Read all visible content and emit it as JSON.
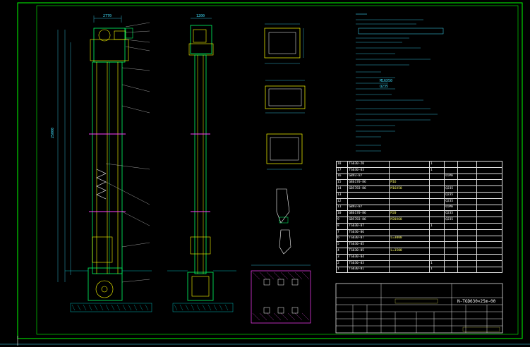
{
  "drawing": {
    "code_title": "N-TGD630×25m-00",
    "dim_top_width": "2770",
    "dim_top_width_side": "1200",
    "dim_total_height": "25000"
  },
  "parts_table": {
    "rows": [
      {
        "no": "18",
        "code": "TG630-20",
        "name": "",
        "qty": "1",
        "mat": "",
        "wt": "",
        "remark": ""
      },
      {
        "no": "17",
        "code": "TG630-03",
        "name": "",
        "qty": "1",
        "mat": "",
        "wt": "",
        "remark": ""
      },
      {
        "no": "16",
        "code": "GB93-87",
        "name": "",
        "qty": "",
        "mat": "65Mn",
        "wt": "",
        "remark": ""
      },
      {
        "no": "15",
        "code": "GB6170-86",
        "name": "M16",
        "qty": "",
        "mat": "",
        "wt": "",
        "remark": ""
      },
      {
        "no": "14",
        "code": "GB5783-86",
        "name": "M16X50",
        "qty": "",
        "mat": "Q235",
        "wt": "",
        "remark": ""
      },
      {
        "no": "13",
        "code": "",
        "name": "",
        "qty": "",
        "mat": "Q235",
        "wt": "",
        "remark": ""
      },
      {
        "no": "12",
        "code": "",
        "name": "",
        "qty": "",
        "mat": "Q235",
        "wt": "",
        "remark": ""
      },
      {
        "no": "11",
        "code": "GB93-87",
        "name": "",
        "qty": "",
        "mat": "65Mn",
        "wt": "",
        "remark": ""
      },
      {
        "no": "10",
        "code": "GB6170-86",
        "name": "M20",
        "qty": "",
        "mat": "Q235",
        "wt": "",
        "remark": ""
      },
      {
        "no": "9",
        "code": "GB5783-86",
        "name": "M20X60",
        "qty": "",
        "mat": "Q235",
        "wt": "",
        "remark": ""
      },
      {
        "no": "8",
        "code": "TG630-07",
        "name": "",
        "qty": "1",
        "mat": "",
        "wt": "",
        "remark": ""
      },
      {
        "no": "7",
        "code": "TG630-06",
        "name": "",
        "qty": "",
        "mat": "",
        "wt": "",
        "remark": ""
      },
      {
        "no": "6",
        "code": "TG630-07",
        "name": "L=3000",
        "qty": "",
        "mat": "",
        "wt": "",
        "remark": ""
      },
      {
        "no": "5",
        "code": "TG630-05",
        "name": "",
        "qty": "",
        "mat": "",
        "wt": "",
        "remark": ""
      },
      {
        "no": "4",
        "code": "TG630-05",
        "name": "L=1500",
        "qty": "",
        "mat": "",
        "wt": "",
        "remark": ""
      },
      {
        "no": "3",
        "code": "TG630-04",
        "name": "",
        "qty": "",
        "mat": "",
        "wt": "",
        "remark": ""
      },
      {
        "no": "2",
        "code": "TG630-03",
        "name": "",
        "qty": "1",
        "mat": "",
        "wt": "",
        "remark": ""
      },
      {
        "no": "1",
        "code": "TG630-01",
        "name": "",
        "qty": "1",
        "mat": "",
        "wt": "",
        "remark": ""
      }
    ]
  },
  "notes": {
    "line_a": "M16X50",
    "line_b": "Q235"
  },
  "colors": {
    "frame": "#00ff00",
    "outline": "#ffff00",
    "casing": "#00ff66",
    "dimension": "#40e0ff",
    "text": "#e8e8e8",
    "hatch": "#c040c0",
    "ground": "#00b4b4"
  }
}
